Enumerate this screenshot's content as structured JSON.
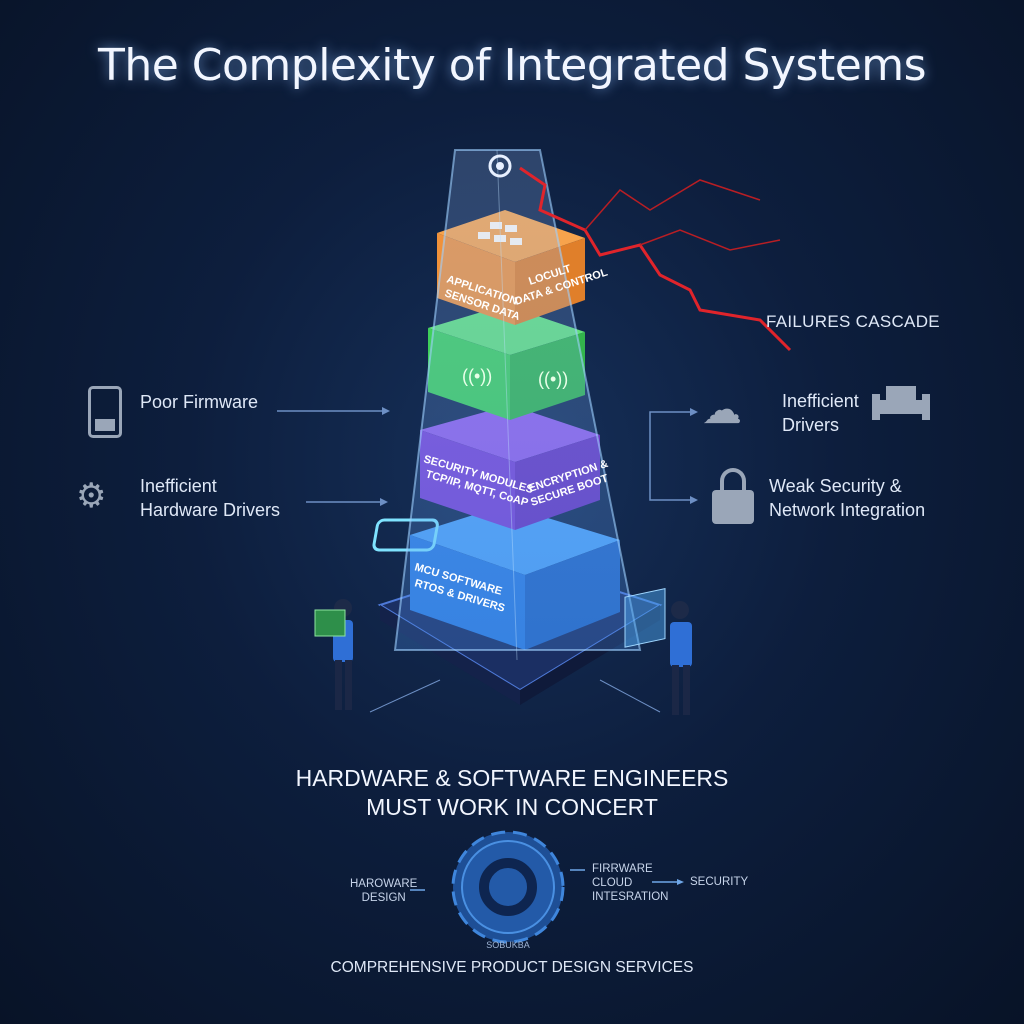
{
  "title": "The Complexity of Integrated Systems",
  "tower": {
    "layers": [
      {
        "name": "application",
        "left": [
          "APPLICATION",
          "SENSOR DATA"
        ],
        "right": [
          "LOCULT",
          "DATA & CONTROL"
        ],
        "color": "#f0913a"
      },
      {
        "name": "connectivity",
        "left": [],
        "right": [],
        "color": "#3fcf5a"
      },
      {
        "name": "security",
        "left": [
          "SECURITY MODULES",
          "TCP/IP, MQTT, CoAP"
        ],
        "right": [
          "ENCRYPTION &",
          "SECURE BOOT"
        ],
        "color": "#7b45d6"
      },
      {
        "name": "mcu",
        "left": [
          "MCU SOFTWARE",
          "RTOS & DRIVERS"
        ],
        "right": [],
        "color": "#2f86e6"
      }
    ],
    "crack_color": "#e0242b"
  },
  "left_issues": [
    {
      "icon": "battery-icon",
      "lines": [
        "Poor Firmware"
      ]
    },
    {
      "icon": "hardware-gear-icon",
      "lines": [
        "Inefficient",
        "Hardware Drivers"
      ]
    }
  ],
  "right_issues": {
    "failures_label": "FAILURES CASCADE",
    "items": [
      {
        "icon": "cloud-icon",
        "lines": [
          "Inefficient",
          "Drivers"
        ]
      },
      {
        "icon": "lock-icon",
        "lines": [
          "Weak Security &",
          "Network Integration"
        ]
      }
    ]
  },
  "concert": [
    "HARDWARE & SOFTWARE ENGINEERS",
    "MUST WORK IN CONCERT"
  ],
  "process": {
    "step1": [
      "HAROWARE",
      "DESIGN"
    ],
    "step2": [
      "FIRRWARE",
      "CLOUD",
      "INTESRATION"
    ],
    "step3": "SECURITY",
    "ring_text_bottom": "SOBUKBA"
  },
  "footer": "COMPREHENSIVE PRODUCT DESIGN SERVICES"
}
